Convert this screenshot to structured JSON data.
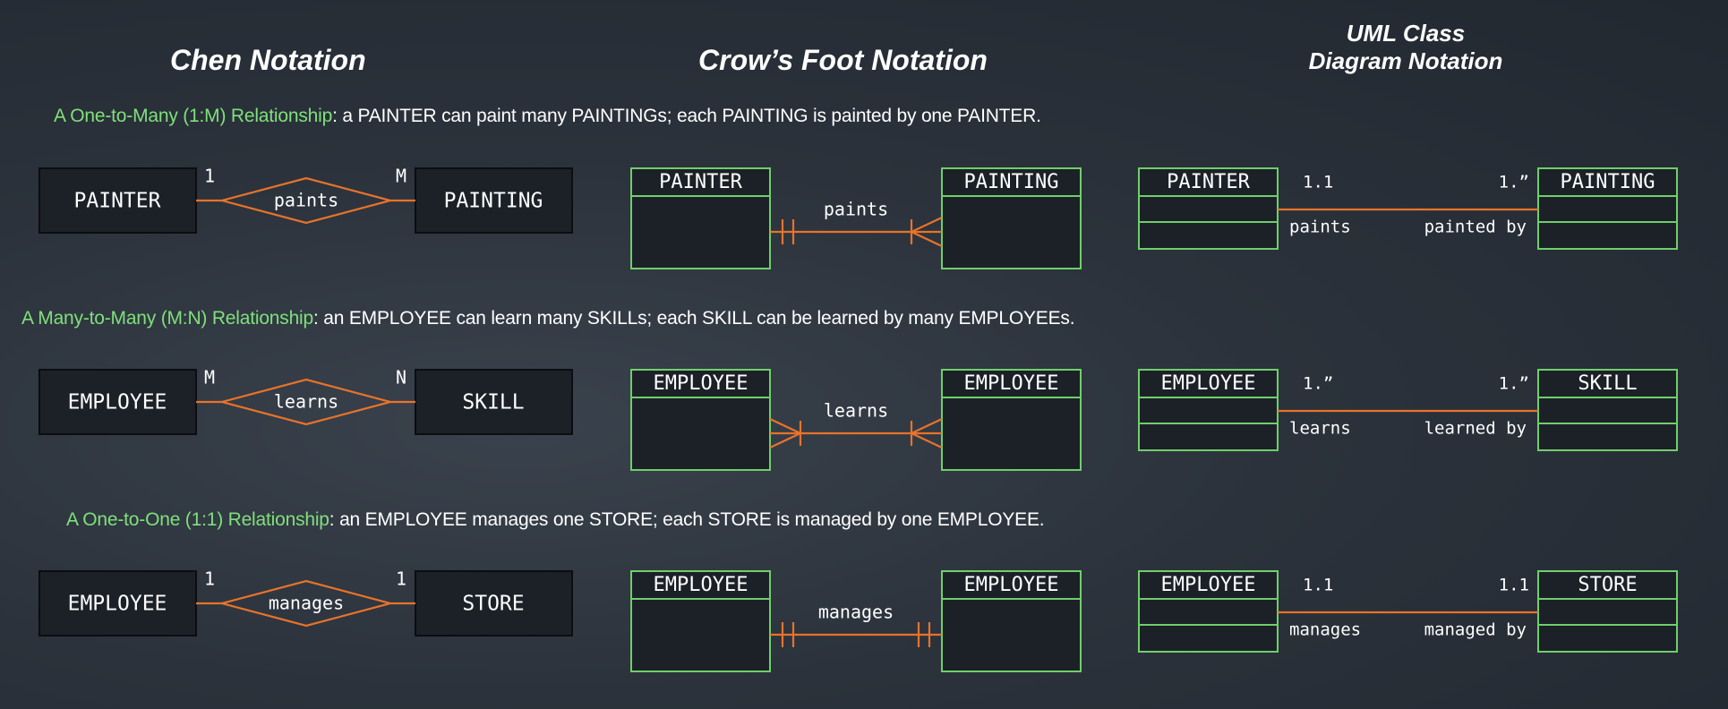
{
  "columns": {
    "chen": "Chen Notation",
    "crowsfoot": "Crow’s Foot Notation",
    "uml_line1": "UML Class",
    "uml_line2": "Diagram Notation"
  },
  "colors": {
    "accent_line": "#e8732a",
    "box_border_green": "#6fcf6a",
    "caption_green": "#7fe07a",
    "box_fill": "#1c2128"
  },
  "relationships": [
    {
      "caption_label": "A One-to-Many (1:M) Relationship",
      "caption_text": ": a PAINTER can paint many PAINTINGs; each PAINTING is painted by one PAINTER.",
      "chen": {
        "left": "PAINTER",
        "right": "PAINTING",
        "verb": "paints",
        "left_card": "1",
        "right_card": "M"
      },
      "crow": {
        "left": "PAINTER",
        "right": "PAINTING",
        "verb": "paints",
        "left_end": "one-only",
        "right_end": "one-or-many"
      },
      "uml": {
        "left": "PAINTER",
        "right": "PAINTING",
        "left_mult": "1.1",
        "right_mult": "1.”",
        "left_role": "paints",
        "right_role": "painted by"
      }
    },
    {
      "caption_label": "A Many-to-Many (M:N) Relationship",
      "caption_text": ": an EMPLOYEE can learn many SKILLs; each SKILL can be learned by many EMPLOYEEs.",
      "chen": {
        "left": "EMPLOYEE",
        "right": "SKILL",
        "verb": "learns",
        "left_card": "M",
        "right_card": "N"
      },
      "crow": {
        "left": "EMPLOYEE",
        "right": "EMPLOYEE",
        "verb": "learns",
        "left_end": "one-or-many",
        "right_end": "one-or-many"
      },
      "uml": {
        "left": "EMPLOYEE",
        "right": "SKILL",
        "left_mult": "1.”",
        "right_mult": "1.”",
        "left_role": "learns",
        "right_role": "learned by"
      }
    },
    {
      "caption_label": "A One-to-One (1:1) Relationship",
      "caption_text": ": an EMPLOYEE manages one STORE; each STORE is managed by one EMPLOYEE.",
      "chen": {
        "left": "EMPLOYEE",
        "right": "STORE",
        "verb": "manages",
        "left_card": "1",
        "right_card": "1"
      },
      "crow": {
        "left": "EMPLOYEE",
        "right": "EMPLOYEE",
        "verb": "manages",
        "left_end": "one-only",
        "right_end": "one-only"
      },
      "uml": {
        "left": "EMPLOYEE",
        "right": "STORE",
        "left_mult": "1.1",
        "right_mult": "1.1",
        "left_role": "manages",
        "right_role": "managed by"
      }
    }
  ]
}
